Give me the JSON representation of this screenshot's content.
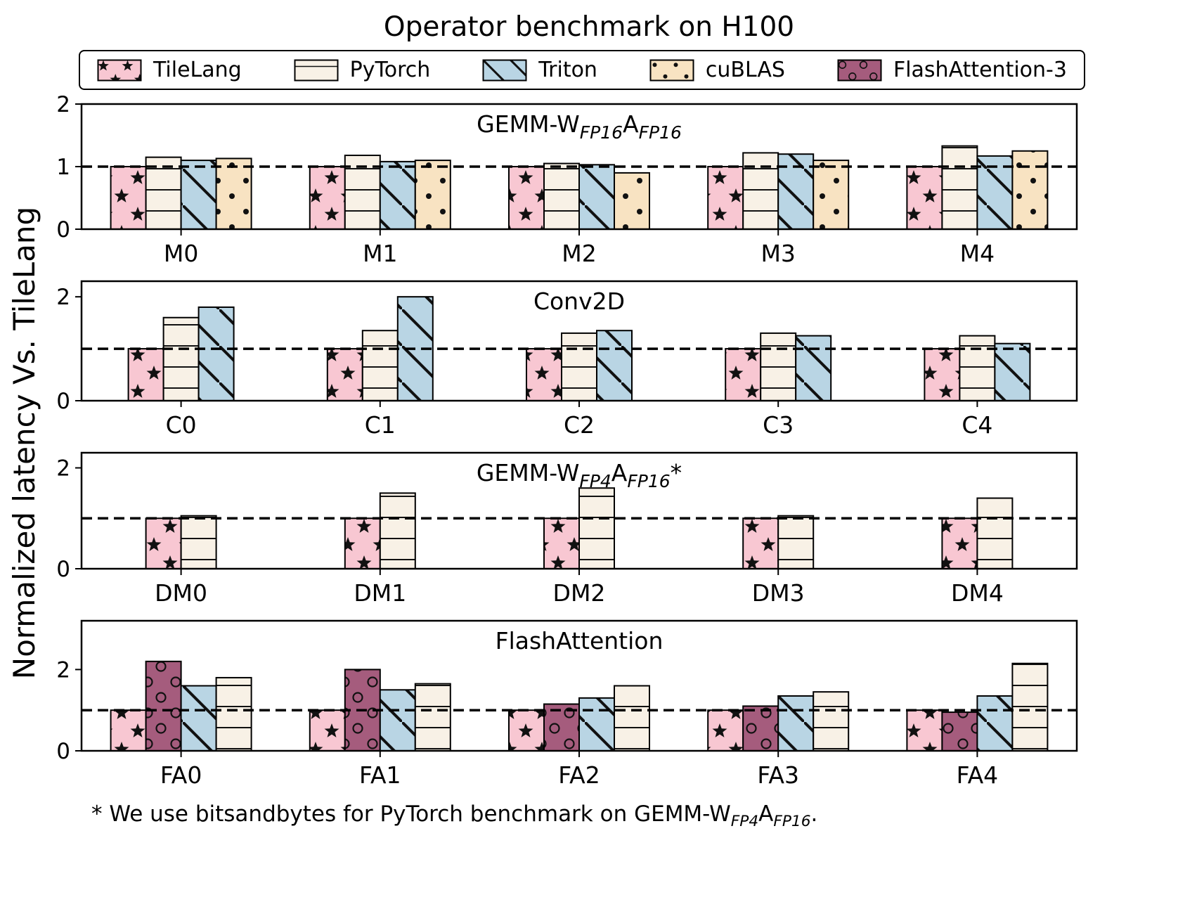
{
  "figure": {
    "title": "Operator benchmark on H100",
    "ylabel": "Normalized latency Vs. TileLang",
    "footnote": "* We use bitsandbytes for PyTorch benchmark on GEMM-W_{FP4}A_{FP16}."
  },
  "legend": {
    "position": "top",
    "items": [
      {
        "label": "TileLang",
        "color": "#f8c7d2",
        "hatch": "star"
      },
      {
        "label": "PyTorch",
        "color": "#f8f1e6",
        "hatch": "hline"
      },
      {
        "label": "Triton",
        "color": "#b9d5e4",
        "hatch": "backslash"
      },
      {
        "label": "cuBLAS",
        "color": "#f8e3c2",
        "hatch": "dot"
      },
      {
        "label": "FlashAttention-3",
        "color": "#a55c7d",
        "hatch": "circle"
      }
    ]
  },
  "chart_data": [
    {
      "type": "bar",
      "title": "GEMM-W_{FP16}A_{FP16}",
      "categories": [
        "M0",
        "M1",
        "M2",
        "M3",
        "M4"
      ],
      "series": [
        {
          "name": "TileLang",
          "values": [
            1.0,
            1.0,
            1.0,
            1.0,
            1.0
          ]
        },
        {
          "name": "PyTorch",
          "values": [
            1.15,
            1.18,
            1.05,
            1.22,
            1.33
          ]
        },
        {
          "name": "Triton",
          "values": [
            1.1,
            1.08,
            1.03,
            1.2,
            1.17
          ]
        },
        {
          "name": "cuBLAS",
          "values": [
            1.13,
            1.1,
            0.9,
            1.1,
            1.25
          ]
        }
      ],
      "ylim": [
        0,
        2
      ],
      "yticks": [
        0,
        1,
        2
      ],
      "ref_line": 1,
      "grid": false
    },
    {
      "type": "bar",
      "title": "Conv2D",
      "categories": [
        "C0",
        "C1",
        "C2",
        "C3",
        "C4"
      ],
      "series": [
        {
          "name": "TileLang",
          "values": [
            1.0,
            1.0,
            1.0,
            1.0,
            1.0
          ]
        },
        {
          "name": "PyTorch",
          "values": [
            1.6,
            1.35,
            1.3,
            1.3,
            1.25
          ]
        },
        {
          "name": "Triton",
          "values": [
            1.8,
            2.0,
            1.35,
            1.25,
            1.1
          ]
        }
      ],
      "ylim": [
        0,
        2.3
      ],
      "yticks": [
        0,
        2
      ],
      "ref_line": 1,
      "grid": false
    },
    {
      "type": "bar",
      "title": "GEMM-W_{FP4}A_{FP16}*",
      "categories": [
        "DM0",
        "DM1",
        "DM2",
        "DM3",
        "DM4"
      ],
      "series": [
        {
          "name": "TileLang",
          "values": [
            1.0,
            1.0,
            1.0,
            1.0,
            1.0
          ]
        },
        {
          "name": "PyTorch",
          "values": [
            1.05,
            1.5,
            1.6,
            1.05,
            1.4
          ]
        }
      ],
      "ylim": [
        0,
        2.3
      ],
      "yticks": [
        0,
        2
      ],
      "ref_line": 1,
      "grid": false
    },
    {
      "type": "bar",
      "title": "FlashAttention",
      "categories": [
        "FA0",
        "FA1",
        "FA2",
        "FA3",
        "FA4"
      ],
      "series": [
        {
          "name": "TileLang",
          "values": [
            1.0,
            1.0,
            1.0,
            1.0,
            1.0
          ]
        },
        {
          "name": "FlashAttention-3",
          "values": [
            2.2,
            2.0,
            1.15,
            1.1,
            0.95
          ]
        },
        {
          "name": "Triton",
          "values": [
            1.6,
            1.5,
            1.3,
            1.35,
            1.35
          ]
        },
        {
          "name": "PyTorch",
          "values": [
            1.8,
            1.65,
            1.6,
            1.45,
            2.15
          ]
        }
      ],
      "ylim": [
        0,
        3.2
      ],
      "yticks": [
        0,
        2
      ],
      "ref_line": 1,
      "grid": false
    }
  ]
}
